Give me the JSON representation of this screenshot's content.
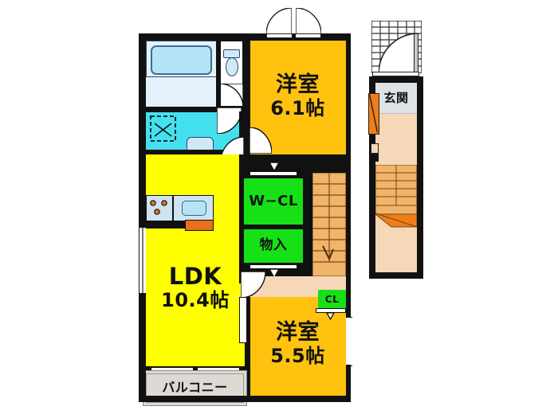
{
  "plan": {
    "type": "japanese-apartment-floorplan",
    "background_color": "#ffffff",
    "wall_color": "#111111"
  },
  "palette": {
    "ldk": "#ffff00",
    "bedroom": "#ffc20e",
    "closet": "#16e016",
    "corridor": "#f6d7b8",
    "stairs": "#f0b46a",
    "stair_accent": "#f07d1a",
    "entrance_floor": "#dde2e6",
    "balcony": "#dedad3",
    "bath": "#cfe9f7",
    "washroom": "#45e0ef",
    "kitchen_counter": "#cfe4f2",
    "kitchen_accent": "#e8701a",
    "door_white": "#ffffff"
  },
  "rooms": [
    {
      "name": "bedroom-upper",
      "label": "洋室",
      "size": "6.1帖",
      "color": "#ffc20e"
    },
    {
      "name": "ldk",
      "label": "LDK",
      "size": "10.4帖",
      "color": "#ffff00"
    },
    {
      "name": "bedroom-lower",
      "label": "洋室",
      "size": "5.5帖",
      "color": "#ffc20e"
    },
    {
      "name": "walk-in-closet",
      "label": "W−CL",
      "size": "",
      "color": "#16e016"
    },
    {
      "name": "storage",
      "label": "物入",
      "size": "",
      "color": "#16e016"
    },
    {
      "name": "closet-small",
      "label": "CL",
      "size": "",
      "color": "#16e016"
    },
    {
      "name": "entrance",
      "label": "玄関",
      "size": "",
      "color": "#dde2e6"
    },
    {
      "name": "balcony",
      "label": "バルコニー",
      "size": "",
      "color": "#dedad3"
    }
  ],
  "fixtures": [
    {
      "name": "bathtub",
      "label": ""
    },
    {
      "name": "bath-floor",
      "label": ""
    },
    {
      "name": "toilet",
      "label": ""
    },
    {
      "name": "washing-machine-space",
      "label": ""
    },
    {
      "name": "vanity-sink",
      "label": ""
    },
    {
      "name": "kitchen-stove",
      "label": ""
    },
    {
      "name": "kitchen-sink",
      "label": ""
    },
    {
      "name": "staircase",
      "label": ""
    },
    {
      "name": "shoe-box",
      "label": ""
    },
    {
      "name": "corridor-grating",
      "label": ""
    }
  ],
  "labels": {
    "bedroom_upper_name": "洋室",
    "bedroom_upper_size": "6.1帖",
    "ldk_name": "LDK",
    "ldk_size": "10.4帖",
    "bedroom_lower_name": "洋室",
    "bedroom_lower_size": "5.5帖",
    "wcl": "W−CL",
    "storage": "物入",
    "closet_small": "CL",
    "entrance": "玄関",
    "balcony": "バルコニー"
  }
}
